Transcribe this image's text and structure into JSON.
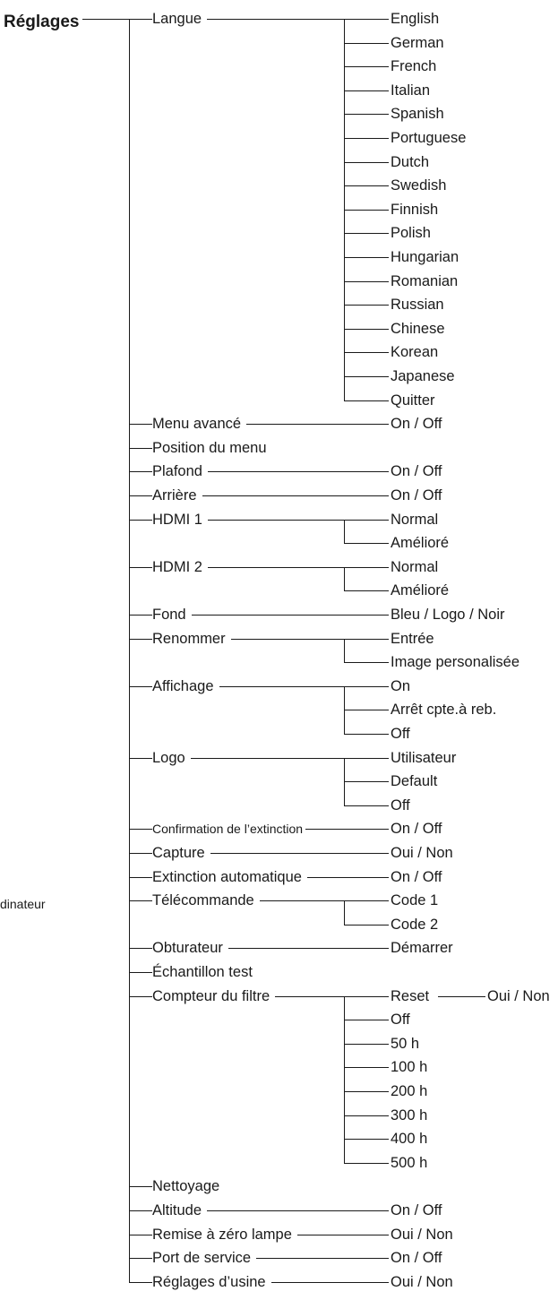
{
  "root_label": "Réglages",
  "margin_fragment": "dinateur",
  "items": [
    {
      "label": "Langue",
      "options": [
        "English",
        "German",
        "French",
        "Italian",
        "Spanish",
        "Portuguese",
        "Dutch",
        "Swedish",
        "Finnish",
        "Polish",
        "Hungarian",
        "Romanian",
        "Russian",
        "Chinese",
        "Korean",
        "Japanese",
        "Quitter"
      ]
    },
    {
      "label": "Menu avancé",
      "options": [
        "On / Off"
      ]
    },
    {
      "label": "Position du menu",
      "options": []
    },
    {
      "label": "Plafond",
      "options": [
        "On / Off"
      ]
    },
    {
      "label": "Arrière",
      "options": [
        "On / Off"
      ]
    },
    {
      "label": "HDMI 1",
      "options": [
        "Normal",
        "Amélioré"
      ]
    },
    {
      "label": "HDMI 2",
      "options": [
        "Normal",
        "Amélioré"
      ]
    },
    {
      "label": "Fond",
      "options": [
        "Bleu / Logo / Noir"
      ]
    },
    {
      "label": "Renommer",
      "options": [
        "Entrée",
        "Image personalisée"
      ]
    },
    {
      "label": "Affichage",
      "options": [
        "On",
        "Arrêt cpte.à reb.",
        "Off"
      ]
    },
    {
      "label": "Logo",
      "options": [
        "Utilisateur",
        "Default",
        "Off"
      ]
    },
    {
      "label": "Confirmation de l’extinction",
      "options": [
        "On / Off"
      ],
      "small": true
    },
    {
      "label": "Capture",
      "options": [
        "Oui / Non"
      ]
    },
    {
      "label": "Extinction automatique",
      "options": [
        "On / Off"
      ]
    },
    {
      "label": "Télécommande",
      "options": [
        "Code 1",
        "Code 2"
      ]
    },
    {
      "label": "Obturateur",
      "options": [
        "Démarrer"
      ]
    },
    {
      "label": "Échantillon test",
      "options": []
    },
    {
      "label": "Compteur du filtre",
      "options": [
        "Reset",
        "Off",
        "50 h",
        "100 h",
        "200 h",
        "300 h",
        "400 h",
        "500 h"
      ],
      "sub": {
        "index": 0,
        "options": [
          "Oui / Non"
        ]
      }
    },
    {
      "label": "Nettoyage",
      "options": []
    },
    {
      "label": "Altitude",
      "options": [
        "On / Off"
      ]
    },
    {
      "label": "Remise à zéro lampe",
      "options": [
        "Oui / Non"
      ]
    },
    {
      "label": "Port de service",
      "options": [
        "On / Off"
      ]
    },
    {
      "label": "Réglages d’usine",
      "options": [
        "Oui / Non"
      ]
    }
  ]
}
